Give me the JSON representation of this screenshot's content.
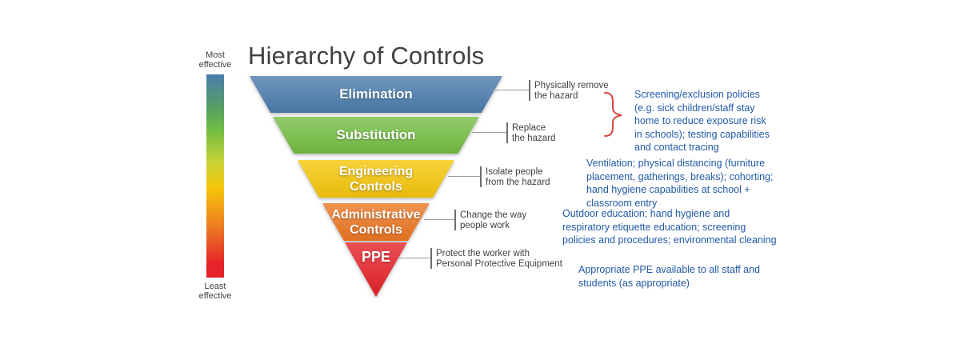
{
  "title": "Hierarchy of Controls",
  "effectiveness_scale": {
    "top_label": "Most\neffective",
    "bottom_label": "Least\neffective",
    "gradient_colors": [
      "#4b7dad",
      "#55a061",
      "#75be44",
      "#c8d237",
      "#f5c60a",
      "#ec7723",
      "#e52329"
    ]
  },
  "levels": [
    {
      "label": "Elimination",
      "color": "#4b7dad",
      "description": "Physically remove\nthe hazard"
    },
    {
      "label": "Substitution",
      "color": "#75be44",
      "description": "Replace\nthe hazard"
    },
    {
      "label": "Engineering\nControls",
      "color": "#f5c60a",
      "description": "Isolate people\nfrom the hazard"
    },
    {
      "label": "Administrative\nControls",
      "color": "#ec7723",
      "description": "Change the way\npeople work"
    },
    {
      "label": "PPE",
      "color": "#e52329",
      "description": "Protect the worker with\nPersonal Protective Equipment"
    }
  ],
  "annotations": [
    {
      "text": "Screening/exclusion policies\n(e.g. sick children/staff stay\nhome to reduce exposure risk\nin schools); testing capabilities\nand contact tracing"
    },
    {
      "text": "Ventilation; physical distancing (furniture\nplacement, gatherings, breaks); cohorting;\nhand hygiene capabilities at school +\nclassroom entry"
    },
    {
      "text": "Outdoor education; hand hygiene and\nrespiratory etiquette education; screening\npolicies and procedures; environmental cleaning"
    },
    {
      "text": "Appropriate PPE available to all staff and\nstudents (as appropriate)"
    }
  ],
  "colors": {
    "title_text": "#414042",
    "annotation_text": "#2159a5",
    "brace_red": "#d9413d",
    "connector_gray": "#9b9b9b"
  }
}
